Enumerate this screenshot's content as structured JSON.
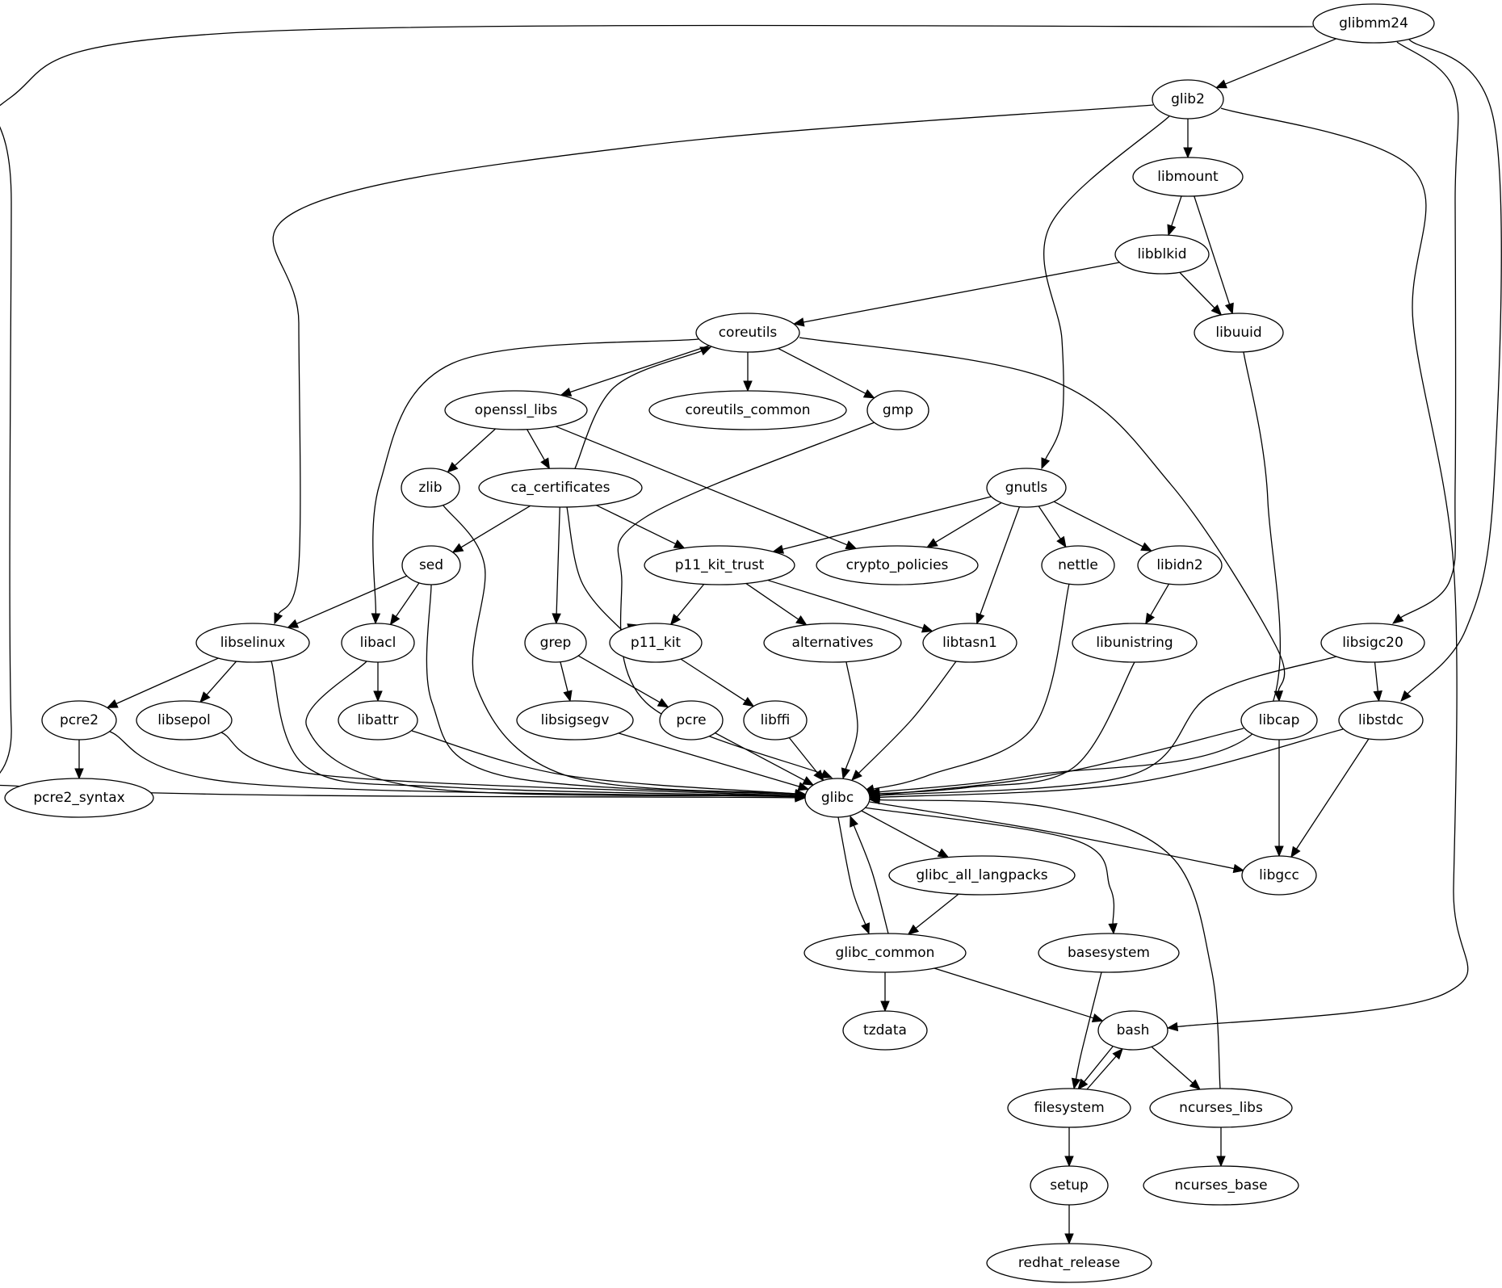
{
  "diagram": {
    "type": "directed-graph",
    "title": "",
    "nodes": [
      {
        "id": "glibmm24",
        "label": "glibmm24"
      },
      {
        "id": "glib2",
        "label": "glib2"
      },
      {
        "id": "libmount",
        "label": "libmount"
      },
      {
        "id": "libblkid",
        "label": "libblkid"
      },
      {
        "id": "libuuid",
        "label": "libuuid"
      },
      {
        "id": "coreutils",
        "label": "coreutils"
      },
      {
        "id": "openssl_libs",
        "label": "openssl_libs"
      },
      {
        "id": "coreutils_common",
        "label": "coreutils_common"
      },
      {
        "id": "gmp",
        "label": "gmp"
      },
      {
        "id": "zlib",
        "label": "zlib"
      },
      {
        "id": "ca_certificates",
        "label": "ca_certificates"
      },
      {
        "id": "gnutls",
        "label": "gnutls"
      },
      {
        "id": "sed",
        "label": "sed"
      },
      {
        "id": "p11_kit_trust",
        "label": "p11_kit_trust"
      },
      {
        "id": "crypto_policies",
        "label": "crypto_policies"
      },
      {
        "id": "nettle",
        "label": "nettle"
      },
      {
        "id": "libidn2",
        "label": "libidn2"
      },
      {
        "id": "libselinux",
        "label": "libselinux"
      },
      {
        "id": "libacl",
        "label": "libacl"
      },
      {
        "id": "grep",
        "label": "grep"
      },
      {
        "id": "p11_kit",
        "label": "p11_kit"
      },
      {
        "id": "alternatives",
        "label": "alternatives"
      },
      {
        "id": "libtasn1",
        "label": "libtasn1"
      },
      {
        "id": "libunistring",
        "label": "libunistring"
      },
      {
        "id": "libsigc20",
        "label": "libsigc20"
      },
      {
        "id": "pcre2",
        "label": "pcre2"
      },
      {
        "id": "libsepol",
        "label": "libsepol"
      },
      {
        "id": "libattr",
        "label": "libattr"
      },
      {
        "id": "libsigsegv",
        "label": "libsigsegv"
      },
      {
        "id": "pcre",
        "label": "pcre"
      },
      {
        "id": "libffi",
        "label": "libffi"
      },
      {
        "id": "libcap",
        "label": "libcap"
      },
      {
        "id": "libstdc",
        "label": "libstdc"
      },
      {
        "id": "pcre2_syntax",
        "label": "pcre2_syntax"
      },
      {
        "id": "glibc",
        "label": "glibc"
      },
      {
        "id": "glibc_all_langpacks",
        "label": "glibc_all_langpacks"
      },
      {
        "id": "libgcc",
        "label": "libgcc"
      },
      {
        "id": "glibc_common",
        "label": "glibc_common"
      },
      {
        "id": "basesystem",
        "label": "basesystem"
      },
      {
        "id": "tzdata",
        "label": "tzdata"
      },
      {
        "id": "bash",
        "label": "bash"
      },
      {
        "id": "filesystem",
        "label": "filesystem"
      },
      {
        "id": "ncurses_libs",
        "label": "ncurses_libs"
      },
      {
        "id": "setup",
        "label": "setup"
      },
      {
        "id": "ncurses_base",
        "label": "ncurses_base"
      },
      {
        "id": "redhat_release",
        "label": "redhat_release"
      }
    ],
    "edges": [
      [
        "glibmm24",
        "glib2"
      ],
      [
        "glibmm24",
        "glibc"
      ],
      [
        "glibmm24",
        "libsigc20"
      ],
      [
        "glibmm24",
        "libstdc"
      ],
      [
        "glib2",
        "libmount"
      ],
      [
        "glib2",
        "libselinux"
      ],
      [
        "glib2",
        "gnutls"
      ],
      [
        "glib2",
        "bash"
      ],
      [
        "libmount",
        "libblkid"
      ],
      [
        "libmount",
        "libuuid"
      ],
      [
        "libblkid",
        "coreutils"
      ],
      [
        "libblkid",
        "libuuid"
      ],
      [
        "libuuid",
        "glibc"
      ],
      [
        "coreutils",
        "openssl_libs"
      ],
      [
        "coreutils",
        "coreutils_common"
      ],
      [
        "coreutils",
        "gmp"
      ],
      [
        "coreutils",
        "libacl"
      ],
      [
        "coreutils",
        "libcap"
      ],
      [
        "openssl_libs",
        "zlib"
      ],
      [
        "openssl_libs",
        "ca_certificates"
      ],
      [
        "openssl_libs",
        "crypto_policies"
      ],
      [
        "ca_certificates",
        "coreutils"
      ],
      [
        "ca_certificates",
        "sed"
      ],
      [
        "ca_certificates",
        "grep"
      ],
      [
        "ca_certificates",
        "p11_kit"
      ],
      [
        "ca_certificates",
        "p11_kit_trust"
      ],
      [
        "gmp",
        "glibc"
      ],
      [
        "zlib",
        "glibc"
      ],
      [
        "gnutls",
        "p11_kit_trust"
      ],
      [
        "gnutls",
        "crypto_policies"
      ],
      [
        "gnutls",
        "libtasn1"
      ],
      [
        "gnutls",
        "nettle"
      ],
      [
        "gnutls",
        "libidn2"
      ],
      [
        "sed",
        "libselinux"
      ],
      [
        "sed",
        "libacl"
      ],
      [
        "sed",
        "glibc"
      ],
      [
        "p11_kit_trust",
        "p11_kit"
      ],
      [
        "p11_kit_trust",
        "alternatives"
      ],
      [
        "p11_kit_trust",
        "libtasn1"
      ],
      [
        "nettle",
        "glibc"
      ],
      [
        "libidn2",
        "libunistring"
      ],
      [
        "libunistring",
        "glibc"
      ],
      [
        "libselinux",
        "pcre2"
      ],
      [
        "libselinux",
        "libsepol"
      ],
      [
        "libselinux",
        "glibc"
      ],
      [
        "libacl",
        "libattr"
      ],
      [
        "libacl",
        "glibc"
      ],
      [
        "grep",
        "libsigsegv"
      ],
      [
        "grep",
        "pcre"
      ],
      [
        "p11_kit",
        "libffi"
      ],
      [
        "alternatives",
        "glibc"
      ],
      [
        "libtasn1",
        "glibc"
      ],
      [
        "libsigc20",
        "libstdc"
      ],
      [
        "libsigc20",
        "glibc"
      ],
      [
        "pcre2",
        "pcre2_syntax"
      ],
      [
        "pcre2",
        "glibc"
      ],
      [
        "libsepol",
        "glibc"
      ],
      [
        "libattr",
        "glibc"
      ],
      [
        "libsigsegv",
        "glibc"
      ],
      [
        "pcre",
        "glibc"
      ],
      [
        "libffi",
        "glibc"
      ],
      [
        "libcap",
        "glibc"
      ],
      [
        "libcap",
        "libgcc"
      ],
      [
        "libstdc",
        "glibc"
      ],
      [
        "libstdc",
        "libgcc"
      ],
      [
        "glibc",
        "glibc_all_langpacks"
      ],
      [
        "glibc",
        "glibc_common"
      ],
      [
        "glibc",
        "libgcc"
      ],
      [
        "glibc",
        "basesystem"
      ],
      [
        "glibc_all_langpacks",
        "glibc_common"
      ],
      [
        "glibc_common",
        "glibc"
      ],
      [
        "glibc_common",
        "tzdata"
      ],
      [
        "glibc_common",
        "bash"
      ],
      [
        "basesystem",
        "filesystem"
      ],
      [
        "bash",
        "filesystem"
      ],
      [
        "filesystem",
        "bash"
      ],
      [
        "bash",
        "ncurses_libs"
      ],
      [
        "ncurses_libs",
        "glibc"
      ],
      [
        "ncurses_libs",
        "ncurses_base"
      ],
      [
        "filesystem",
        "setup"
      ],
      [
        "setup",
        "redhat_release"
      ]
    ]
  }
}
